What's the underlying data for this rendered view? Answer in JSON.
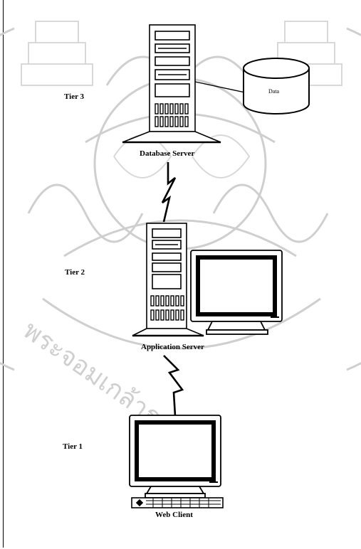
{
  "diagram": {
    "tiers": [
      {
        "label": "Tier 3",
        "component": "Database Server"
      },
      {
        "label": "Tier 2",
        "component": "Application Server"
      },
      {
        "label": "Tier 1",
        "component": "Web Client"
      }
    ],
    "datastore_label": "Data",
    "colors": {
      "line": "#000000",
      "watermark": "#c8c8c8",
      "background": "#ffffff"
    },
    "watermark_text": "พระจอมเกล้าธนบุรี"
  }
}
